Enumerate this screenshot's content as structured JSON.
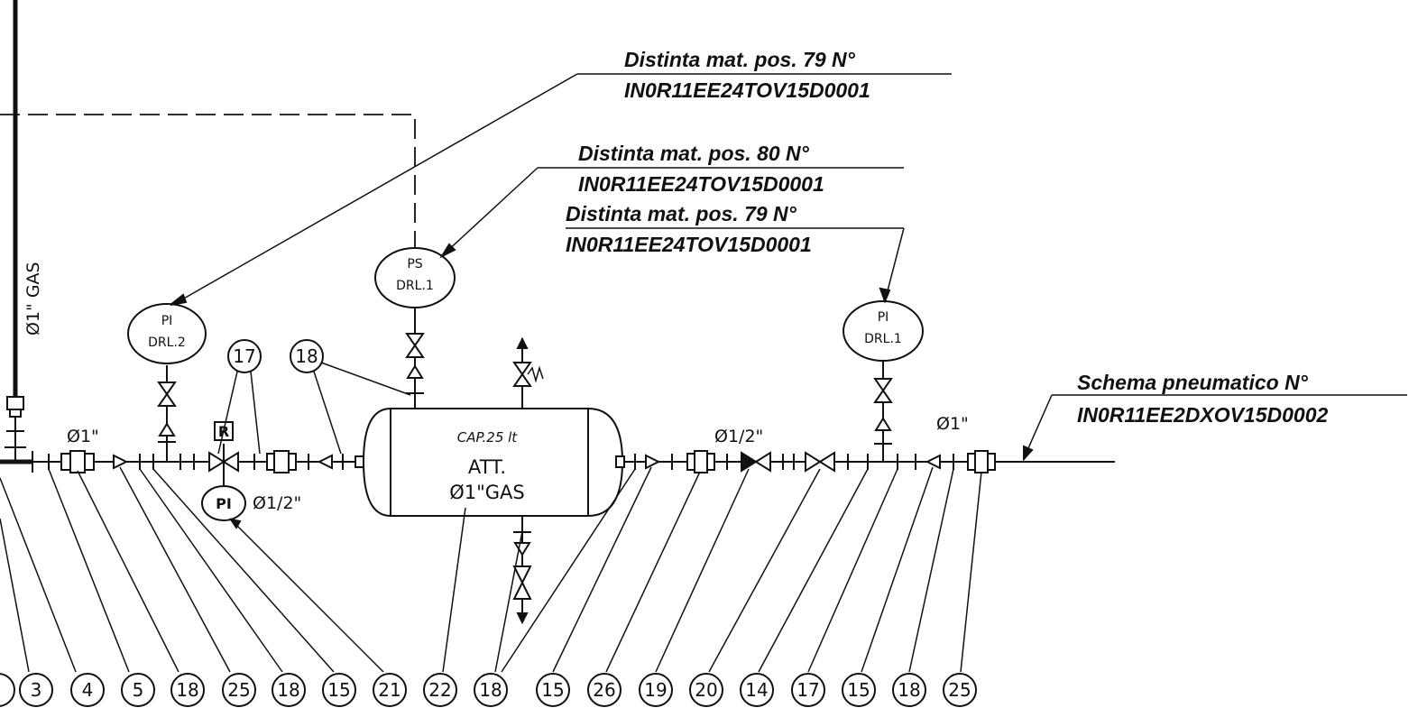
{
  "pipe_sizes": {
    "main_inlet": "Ø1\"",
    "riser": "Ø1\" GAS",
    "gauge_branch": "Ø1/2\"",
    "outlet_mid": "Ø1/2\"",
    "outlet_end": "Ø1\""
  },
  "tank": {
    "capacity": "CAP.25 lt",
    "label": "ATT.",
    "connection": "Ø1\"GAS"
  },
  "instruments": [
    {
      "line1": "PI",
      "line2": "DRL.2"
    },
    {
      "line1": "PS",
      "line2": "DRL.1"
    },
    {
      "line1": "PI",
      "line2": "DRL.1"
    },
    {
      "line1": "PI",
      "line2": ""
    }
  ],
  "regulator_tag": "R",
  "annotations": [
    {
      "title": "Distinta mat. pos. 79 N°",
      "code": "IN0R11EE24TOV15D0001"
    },
    {
      "title": "Distinta mat. pos. 80 N°",
      "code": "IN0R11EE24TOV15D0001"
    },
    {
      "title": "Distinta mat. pos. 79 N°",
      "code": "IN0R11EE24TOV15D0001"
    },
    {
      "title": "Schema pneumatico N°",
      "code": "IN0R11EE2DXOV15D0002"
    }
  ],
  "upper_callouts": [
    "17",
    "18"
  ],
  "bottom_callouts": [
    "3",
    "4",
    "5",
    "18",
    "25",
    "18",
    "15",
    "21",
    "22",
    "18",
    "15",
    "26",
    "19",
    "20",
    "14",
    "17",
    "15",
    "18",
    "25"
  ]
}
